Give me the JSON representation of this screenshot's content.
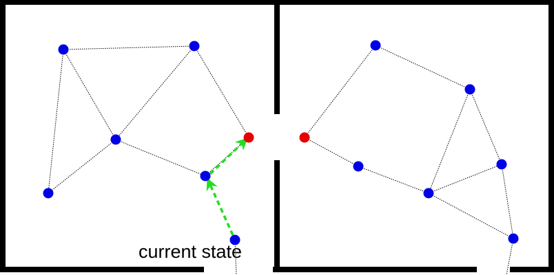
{
  "annotation": {
    "current_state_label": "current state"
  },
  "colors": {
    "wall": "#000000",
    "node": "#0000e6",
    "goal_node": "#e60000",
    "edge": "#000000",
    "path_arrow": "#22dd22",
    "background": "#ffffff"
  },
  "graph": {
    "node_types": [
      "roadmap-node",
      "doorway-node",
      "current-state-node"
    ],
    "edge_style": "dotted",
    "path_style": "dashed-with-arrowheads"
  }
}
